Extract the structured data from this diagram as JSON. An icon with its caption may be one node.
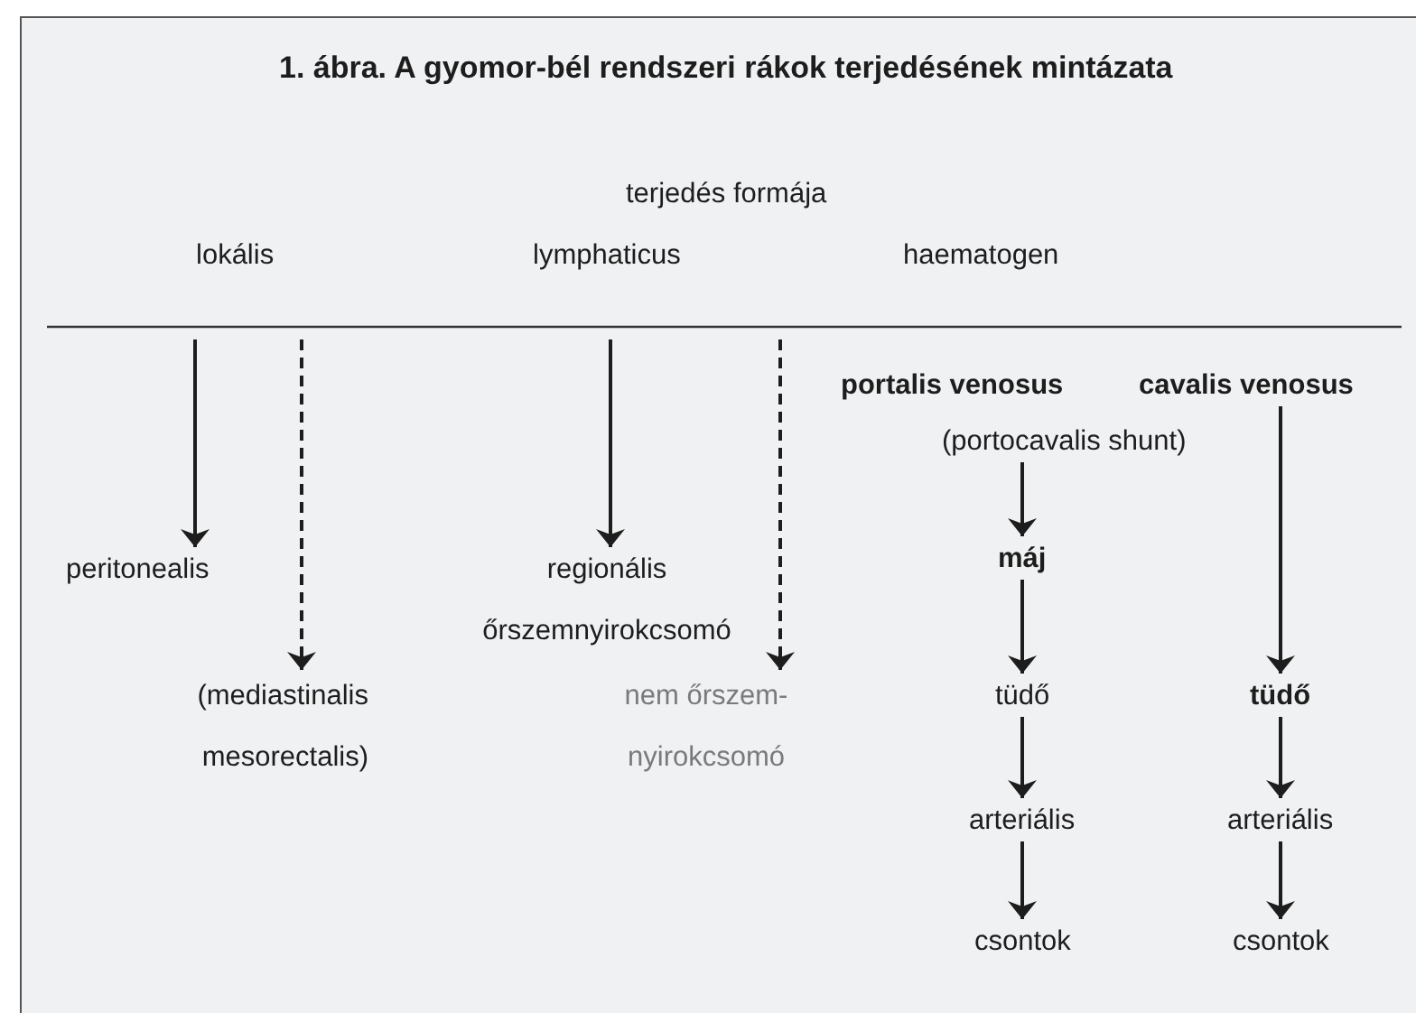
{
  "diagram": {
    "title": "1. ábra. A gyomor-bél rendszeri rákok terjedésének mintázata",
    "nodes": [
      {
        "text": [
          "cavalis venosus"
        ]
      },
      {
        "text": [
          "(portocavalis shunt)"
        ]
      },
      {
        "text": [
          "peritonealis"
        ]
      },
      {
        "text": [
          "regionális őrszemnyirokcsomó"
        ]
      },
      {
        "text": [
          "máj"
        ]
      },
      {
        "text": [
          "(mediastinalis mesorectalis)"
        ]
      },
      {
        "text": [
          "nem őrszem-nyirokcsomó"
        ]
      },
      {
        "text": [
          "tüdő"
        ]
      },
      {
        "text": [
          "tüdő"
        ]
      },
      {
        "text": [
          "arteriális"
        ]
      },
      {
        "text": [
          "arteriális"
        ]
      },
      {
        "text": [
          "csontok"
        ]
      },
      {
        "text": [
          "csontok"
        ]
      }
    ],
    "edges": [
      {
        "from": null,
        "to": 2,
        "arrow": "to"
      },
      {
        "from": null,
        "to": 5,
        "arrow": "to",
        "style": "dashed"
      },
      {
        "from": null,
        "to": 3,
        "arrow": "to"
      },
      {
        "from": null,
        "to": 6,
        "arrow": "to",
        "style": "dashed"
      },
      {
        "from": 1,
        "to": 4,
        "arrow": "to"
      },
      {
        "from": 4,
        "to": 7,
        "arrow": "to"
      },
      {
        "from": 7,
        "to": 9,
        "arrow": "to"
      },
      {
        "from": 9,
        "to": 11,
        "arrow": "to"
      },
      {
        "from": 0,
        "to": 8,
        "arrow": "to"
      },
      {
        "from": 8,
        "to": 10,
        "arrow": "to"
      },
      {
        "from": 10,
        "to": 12,
        "arrow": "to"
      }
    ],
    "labels": [
      "terjedés formája",
      "lokális",
      "lymphaticus",
      "haematogen",
      "portalis venosus"
    ]
  }
}
